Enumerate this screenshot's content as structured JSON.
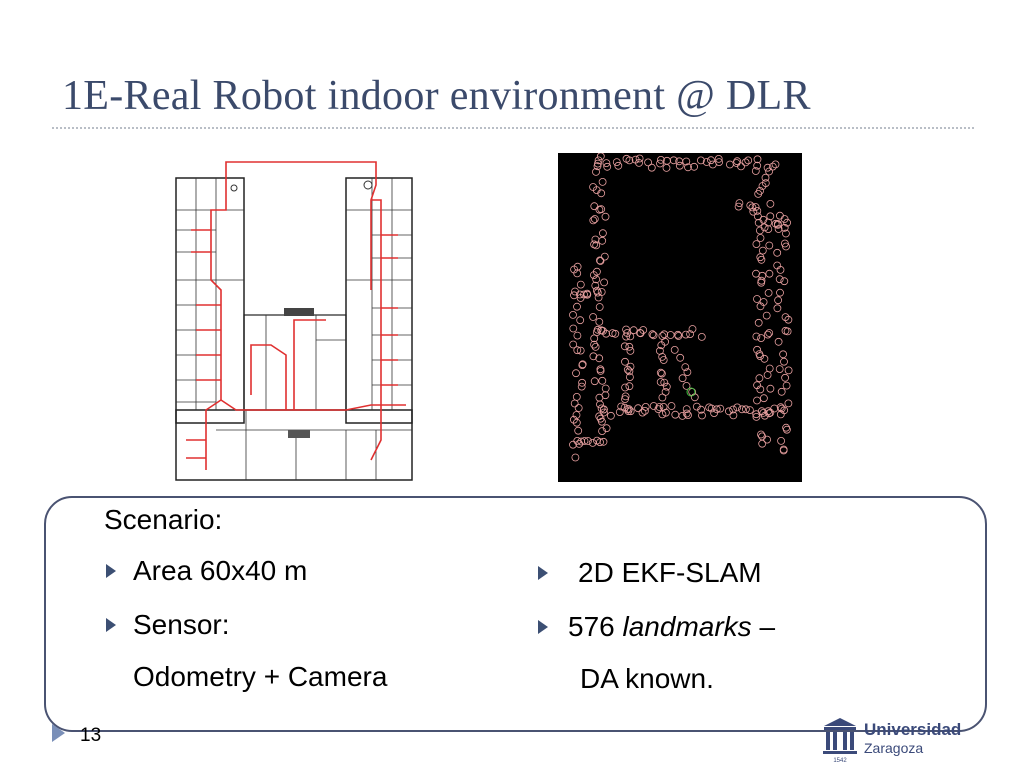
{
  "slide": {
    "title": "1E-Real Robot indoor environment @ DLR",
    "page_number": "13"
  },
  "content": {
    "scenario_label": "Scenario:",
    "left_items": [
      "Area 60x40 m",
      "Sensor:",
      "Odometry + Camera"
    ],
    "right_items": [
      "2D EKF-SLAM",
      "576",
      "landmarks",
      "–",
      "DA known."
    ]
  },
  "logo": {
    "name": "Universidad",
    "city": "Zaragoza",
    "year": "1542"
  },
  "colors": {
    "title": "#3b4a6b",
    "bullet": "#3c4f73",
    "box_border": "#4a5372",
    "trajectory": "#e03030",
    "landmark": "#e8a0a0"
  }
}
